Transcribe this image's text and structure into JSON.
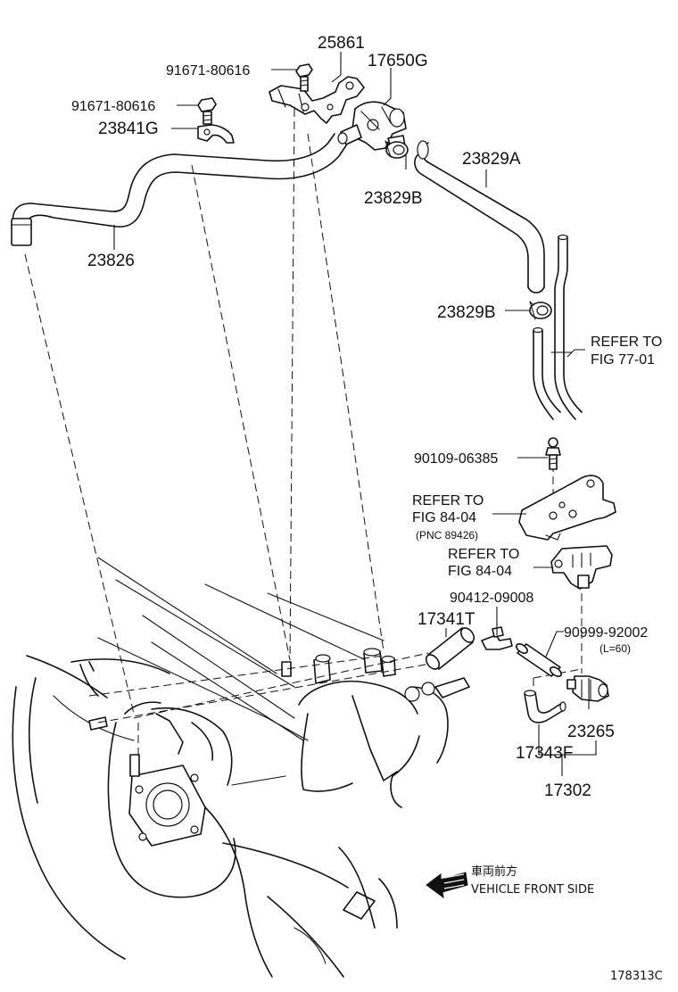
{
  "callouts": {
    "p25861": "25861",
    "p17650G": "17650G",
    "p91671_a": "91671-80616",
    "p91671_b": "91671-80616",
    "p23841G": "23841G",
    "p23829A": "23829A",
    "p23829B_top": "23829B",
    "p23826": "23826",
    "p23829B_mid": "23829B",
    "refer77_line1": "REFER TO",
    "refer77_line2": "FIG 77-01",
    "p90109": "90109-06385",
    "refer84a_line1": "REFER TO",
    "refer84a_line2": "FIG 84-04",
    "refer84a_pnc": "(PNC 89426)",
    "refer84b_line1": "REFER TO",
    "refer84b_line2": "FIG 84-04",
    "p90412": "90412-09008",
    "p17341T": "17341T",
    "p90999": "90999-92002",
    "p90999_len": "(L=60)",
    "p23265": "23265",
    "p17343F": "17343F",
    "p17302": "17302"
  },
  "direction": {
    "label_jp": "車両前方",
    "label_en": "VEHICLE FRONT SIDE",
    "icon": "arrow-left-icon"
  },
  "figure_code": "178313C"
}
